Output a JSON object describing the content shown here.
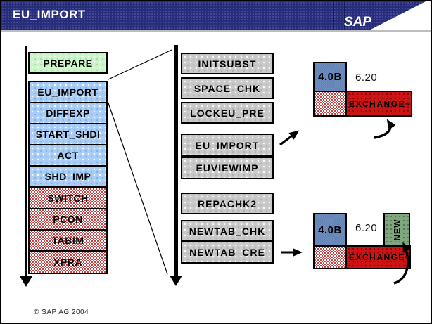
{
  "page": {
    "title": "EU_IMPORT",
    "logo": "SAP",
    "footer": "© SAP AG 2004"
  },
  "colors": {
    "navy": "#272d78",
    "green": "#cdf5cb",
    "blue": "#a9cdf5",
    "gray": "#c9c9c9",
    "checker_red": "#c84444",
    "steel": "#7191c2",
    "red": "#cd1414",
    "dark_green": "#7fa67f"
  },
  "left_stack": {
    "items": [
      {
        "label": "PREPARE",
        "type": "green"
      },
      {
        "label": "EU_IMPORT",
        "type": "blue"
      },
      {
        "label": "DIFFEXP",
        "type": "blue"
      },
      {
        "label": "START_SHDI",
        "type": "blue"
      },
      {
        "label": "ACT",
        "type": "blue"
      },
      {
        "label": "SHD_IMP",
        "type": "blue"
      },
      {
        "label": "SWITCH",
        "type": "red-checker"
      },
      {
        "label": "PCON",
        "type": "red-checker"
      },
      {
        "label": "TABIM",
        "type": "red-checker"
      },
      {
        "label": "XPRA",
        "type": "red-checker"
      }
    ]
  },
  "middle_stack": {
    "items": [
      {
        "label": "INITSUBST"
      },
      {
        "label": "SPACE_CHK"
      },
      {
        "label": "LOCKEU_PRE"
      },
      {
        "label": "EU_IMPORT"
      },
      {
        "label": "EUVIEWIMP"
      },
      {
        "label": "REPACHK2"
      },
      {
        "label": "NEWTAB_CHK"
      },
      {
        "label": "NEWTAB_CRE"
      }
    ]
  },
  "right_top": {
    "old_version": "4.0B",
    "new_version": "6.20",
    "exchange": "EXCHANGE~"
  },
  "right_bottom": {
    "old_version": "4.0B",
    "new_version": "6.20",
    "exchange": "EXCHANGE~",
    "new_box": "NEW"
  }
}
